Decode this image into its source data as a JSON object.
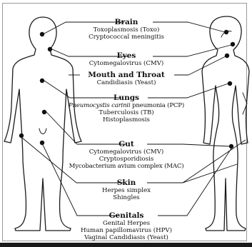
{
  "diagram": {
    "sections": [
      {
        "key": "brain",
        "heading": "Brain",
        "items": [
          "Toxoplasmosis (Toxo)",
          "Cryptococcal meningitis"
        ]
      },
      {
        "key": "eyes",
        "heading": "Eyes",
        "items": [
          "Cytomegalovirus (CMV)"
        ]
      },
      {
        "key": "mouth",
        "heading": "Mouth and Throat",
        "items": [
          "Candidiasis (Yeast)"
        ]
      },
      {
        "key": "lungs",
        "heading": "Lungs",
        "items": [
          {
            "italic": "Pneumocystis carinii",
            "rest": " pneumonia (PCP)"
          },
          "Tuberculosis (TB)",
          "Histoplasmosis"
        ]
      },
      {
        "key": "gut",
        "heading": "Gut",
        "items": [
          "Cytomegalovirus (CMV)",
          "Cryptosporidiosis",
          "Mycobacterium avium complex (MAC)"
        ]
      },
      {
        "key": "skin",
        "heading": "Skin",
        "items": [
          "Herpes simplex",
          "Shingles"
        ]
      },
      {
        "key": "genitals",
        "heading": "Genitals",
        "items": [
          "Genital Herpes",
          "Human papillomavirus (HPV)",
          "Vaginal Candidiasis (Yeast)"
        ]
      }
    ]
  }
}
